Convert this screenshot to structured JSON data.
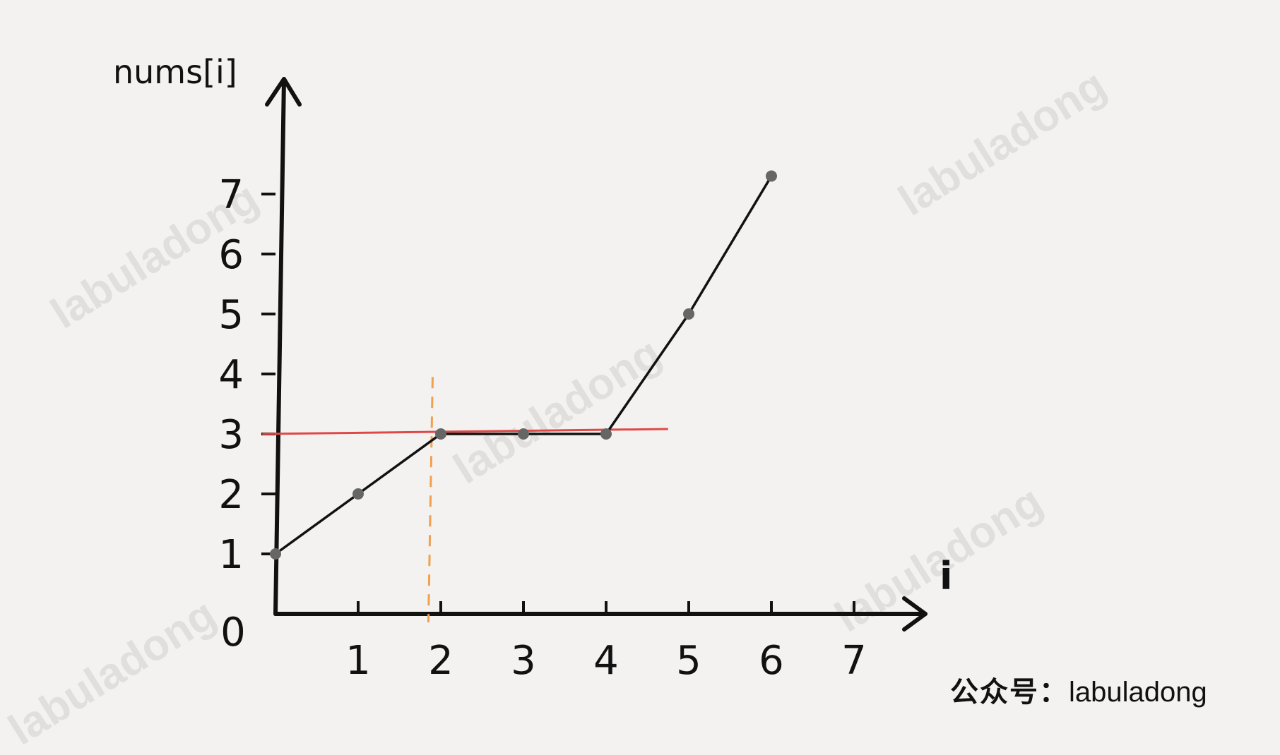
{
  "watermark": "labuladong",
  "credit": {
    "prefix": "公众号：",
    "name": "labuladong"
  },
  "chart_data": {
    "type": "line",
    "xlabel": "i",
    "ylabel": "nums[i]",
    "x_ticks": [
      1,
      2,
      3,
      4,
      5,
      6,
      7
    ],
    "y_ticks": [
      1,
      2,
      3,
      4,
      5,
      6,
      7
    ],
    "origin_label": "0",
    "xlim": [
      0,
      8
    ],
    "ylim": [
      0,
      8.5
    ],
    "series": [
      {
        "x": [
          0,
          1,
          2,
          3,
          4,
          5,
          6
        ],
        "y": [
          1,
          2,
          3,
          3,
          3,
          5,
          7.3
        ]
      }
    ],
    "reference_lines": [
      {
        "orientation": "horizontal",
        "value": 3,
        "color": "#e04848",
        "style": "solid"
      },
      {
        "orientation": "vertical",
        "value": 1.85,
        "color": "#f0a050",
        "style": "dashed"
      }
    ],
    "grid": false,
    "legend": "none",
    "colors": {
      "line": "#111111",
      "points": "#666666"
    }
  }
}
